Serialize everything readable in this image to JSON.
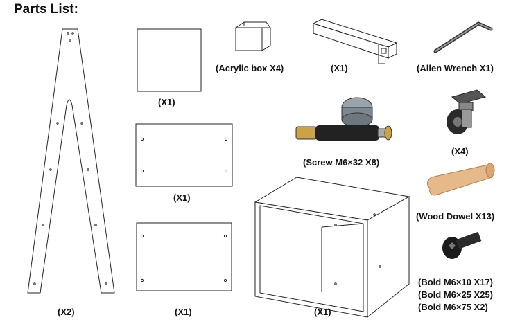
{
  "title": "Parts List:",
  "labels": {
    "side_frame": "(X2)",
    "top_panel": "(X1)",
    "middle_panel": "(X1)",
    "bottom_panel": "(X1)",
    "acrylic_box": "(Acrylic box  X4)",
    "rail": "(X1)",
    "cube": "(X1)",
    "screw": "(Screw  M6×32 X8)",
    "allen_wrench": "(Allen Wrench  X1)",
    "caster": "(X4)",
    "wood_dowel": "(Wood Dowel  X13)",
    "bolts": [
      "(Bold   M6×10 X17)",
      "(Bold   M6×25 X25)",
      "(Bold   M6×75 X2)"
    ]
  }
}
